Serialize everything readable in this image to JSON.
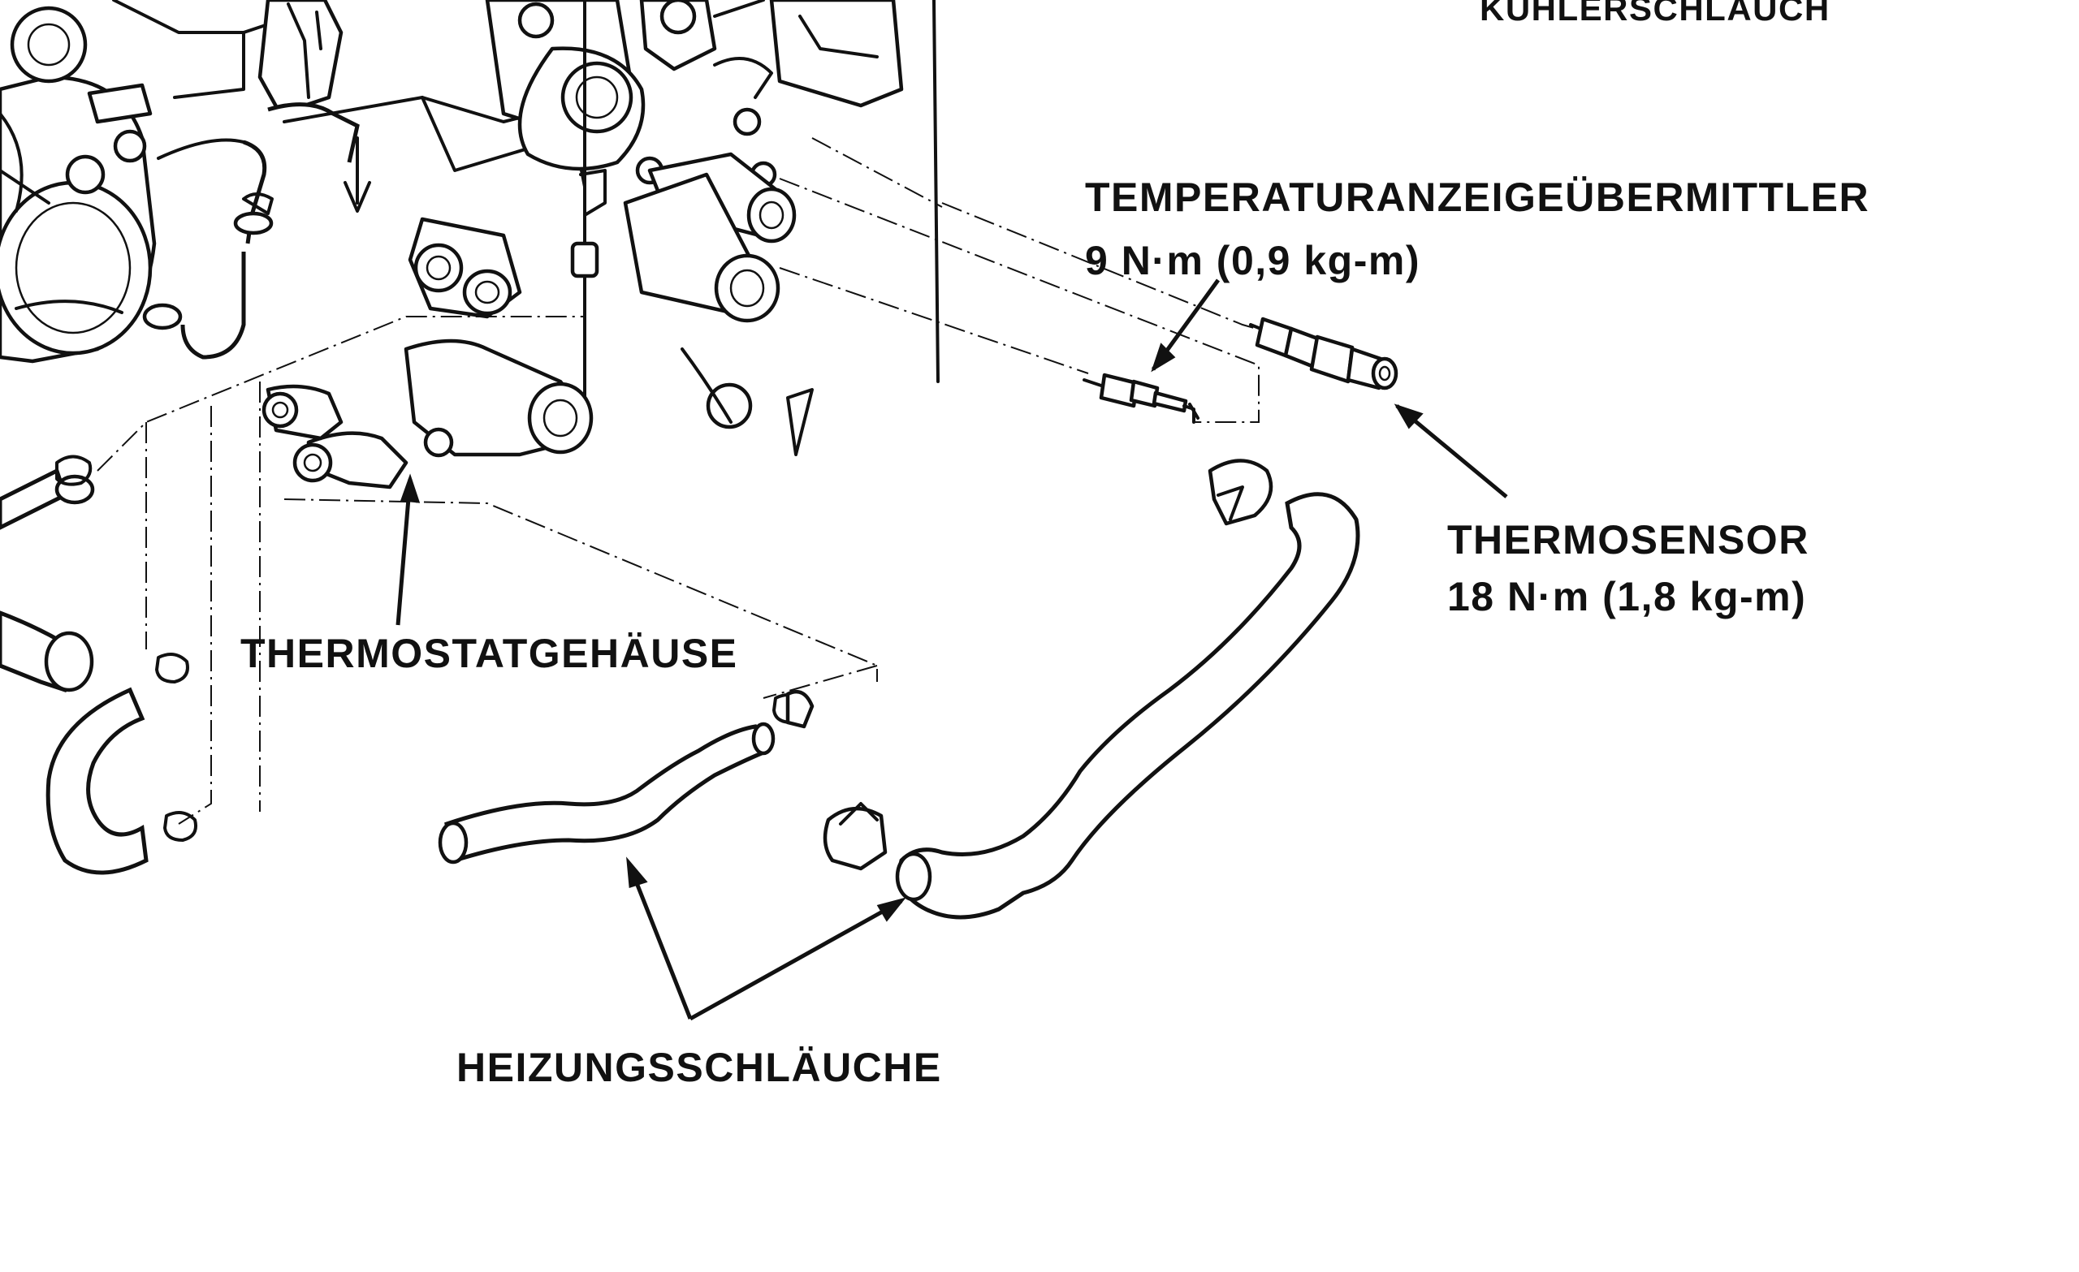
{
  "labels": {
    "kuehlerschlauch": "KÜHLERSCHLAUCH",
    "temp_sender": "TEMPERATURANZEIGEÜBERMITTLER",
    "temp_sender_torque": "9 N·m (0,9 kg-m)",
    "thermosensor": "THERMOSENSOR",
    "thermosensor_torque": "18 N·m (1,8 kg-m)",
    "thermostat_housing": "THERMOSTATGEHÄUSE",
    "heater_hoses": "HEIZUNGSSCHLÄUCHE"
  }
}
